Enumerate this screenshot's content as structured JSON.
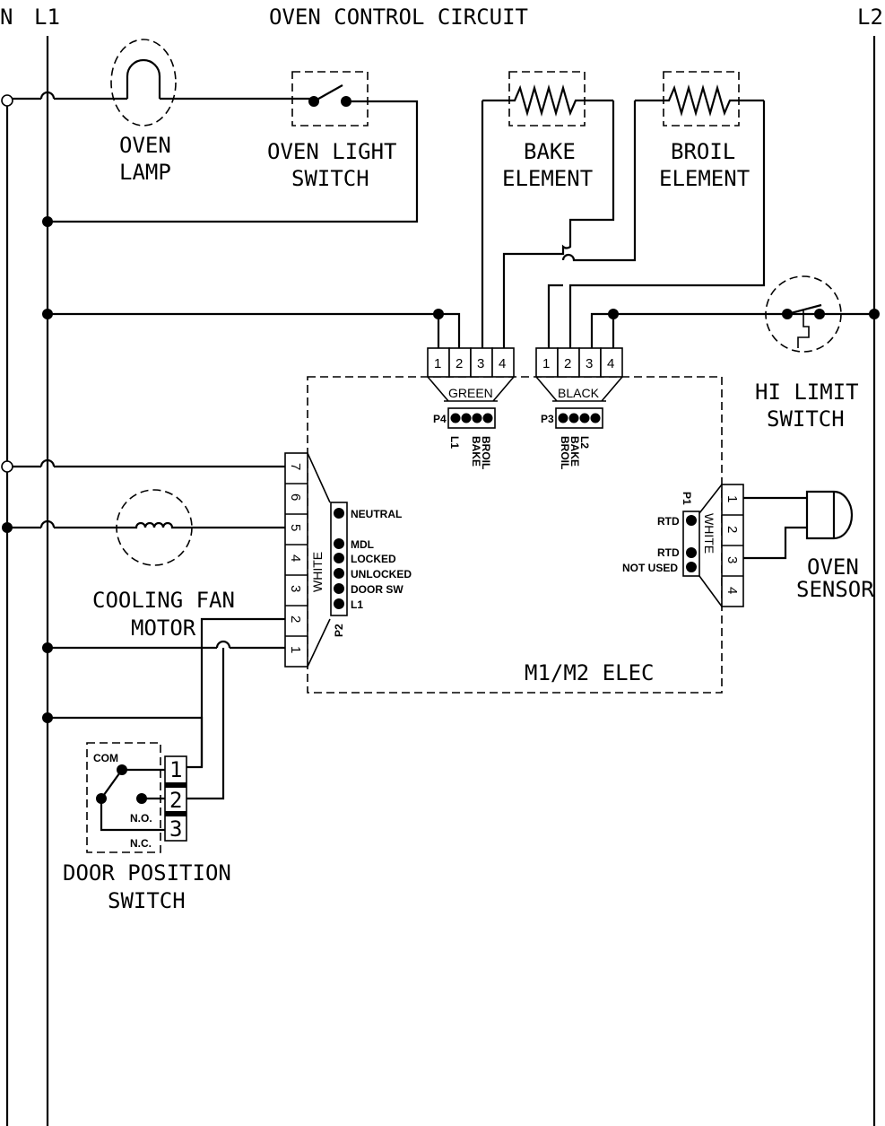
{
  "title": "OVEN CONTROL CIRCUIT",
  "rails": {
    "n": "N",
    "l1": "L1",
    "l2": "L2"
  },
  "components": {
    "oven_lamp": [
      "OVEN",
      "LAMP"
    ],
    "oven_light_switch": [
      "OVEN LIGHT",
      "SWITCH"
    ],
    "bake_element": [
      "BAKE",
      "ELEMENT"
    ],
    "broil_element": [
      "BROIL",
      "ELEMENT"
    ],
    "hi_limit_switch": [
      "HI LIMIT",
      "SWITCH"
    ],
    "cooling_fan_motor": [
      "COOLING FAN",
      "MOTOR"
    ],
    "oven_sensor": [
      "OVEN",
      "SENSOR"
    ],
    "door_position_switch": [
      "DOOR POSITION",
      "SWITCH"
    ],
    "control_board": "M1/M2 ELEC"
  },
  "connectors": {
    "p4": {
      "id": "P4",
      "color": "GREEN",
      "pins": [
        "1",
        "2",
        "3",
        "4"
      ],
      "signals": [
        "L1",
        "BAKE",
        "BROIL"
      ]
    },
    "p3": {
      "id": "P3",
      "color": "BLACK",
      "pins": [
        "1",
        "2",
        "3",
        "4"
      ],
      "signals": [
        "L2",
        "BAKE",
        "BROIL"
      ]
    },
    "p2": {
      "id": "P2",
      "color": "WHITE",
      "pins": [
        "7",
        "6",
        "5",
        "4",
        "3",
        "2",
        "1"
      ],
      "signals": [
        "NEUTRAL",
        "MDL",
        "LOCKED",
        "UNLOCKED",
        "DOOR SW",
        "L1"
      ]
    },
    "p1": {
      "id": "P1",
      "color": "WHITE",
      "pins": [
        "1",
        "2",
        "3",
        "4"
      ],
      "signals": [
        "RTD",
        "RTD",
        "NOT USED"
      ]
    }
  },
  "door_switch": {
    "com": "COM",
    "no": "N.O.",
    "nc": "N.C.",
    "pins": [
      "1",
      "2",
      "3"
    ]
  }
}
